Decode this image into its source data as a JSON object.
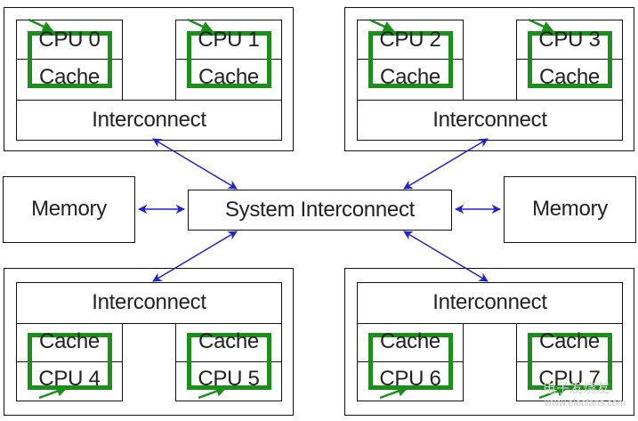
{
  "diagram": {
    "clusters": [
      {
        "id": "top-left",
        "interconnect_label": "Interconnect",
        "cores": [
          {
            "processor": "CPU 0",
            "cache": "Cache"
          },
          {
            "processor": "CPU 1",
            "cache": "Cache"
          }
        ]
      },
      {
        "id": "top-right",
        "interconnect_label": "Interconnect",
        "cores": [
          {
            "processor": "CPU 2",
            "cache": "Cache"
          },
          {
            "processor": "CPU 3",
            "cache": "Cache"
          }
        ]
      },
      {
        "id": "bottom-left",
        "interconnect_label": "Interconnect",
        "cores": [
          {
            "processor": "CPU 4",
            "cache": "Cache"
          },
          {
            "processor": "CPU 5",
            "cache": "Cache"
          }
        ]
      },
      {
        "id": "bottom-right",
        "interconnect_label": "Interconnect",
        "cores": [
          {
            "processor": "CPU 6",
            "cache": "Cache"
          },
          {
            "processor": "CPU 7",
            "cache": "Cache"
          }
        ]
      }
    ],
    "memory_left": "Memory",
    "memory_right": "Memory",
    "system_interconnect": "System Interconnect",
    "colors": {
      "box_border": "#111111",
      "link_arrow": "#2222cc",
      "cache_loop": "#1a8f1a"
    }
  },
  "watermark": {
    "text_cn": "电子发烧友",
    "url": "www.elecfans.com"
  }
}
